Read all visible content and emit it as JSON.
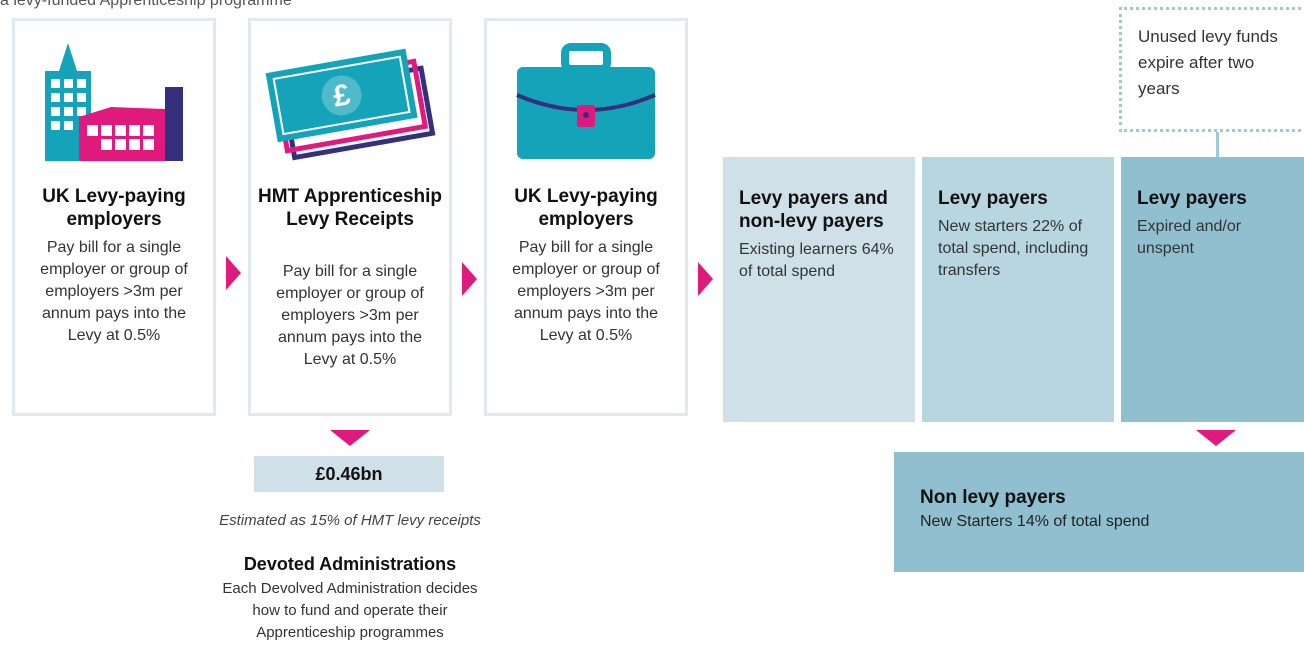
{
  "top_partial_text": "a levy-funded Apprenticeship programme",
  "cards": [
    {
      "icon": "building-icon",
      "title": "UK Levy-paying employers",
      "body": "Pay bill for a single employer or group of employers >3m per annum pays into the Levy at 0.5%"
    },
    {
      "icon": "banknote-icon",
      "title": "HMT Apprenticeship Levy Receipts",
      "body": "Pay bill for a single employer or group of employers >3m per annum pays into the Levy at 0.5%"
    },
    {
      "icon": "briefcase-icon",
      "title": "UK Levy-paying employers",
      "body": "Pay bill for a single employer or group of employers >3m per annum pays into the Levy at 0.5%"
    }
  ],
  "total": {
    "value": "£0.46bn",
    "caption": "Estimated as 15% of HMT levy receipts"
  },
  "devolved": {
    "title": "Devoted Administrations",
    "body": "Each Devolved Administration decides how to fund and operate their Apprenticeship programmes"
  },
  "panels": [
    {
      "title": "Levy payers and non-levy payers",
      "body": "Existing learners 64% of total spend",
      "color": "#cfe0e8"
    },
    {
      "title": "Levy payers",
      "body": "New starters 22% of total spend, including transfers",
      "color": "#b7d6e0"
    },
    {
      "title": "Levy payers",
      "body": "Expired and/or unspent",
      "color": "#90bfcf"
    }
  ],
  "non_levy": {
    "title": "Non levy payers",
    "body": "New Starters 14% of total spend"
  },
  "note": {
    "text": "Unused levy funds expire after two years"
  },
  "colors": {
    "accent": "#e0197d",
    "teal": "#14a3b8",
    "navy": "#35307e",
    "card_border": "#deeaef"
  }
}
